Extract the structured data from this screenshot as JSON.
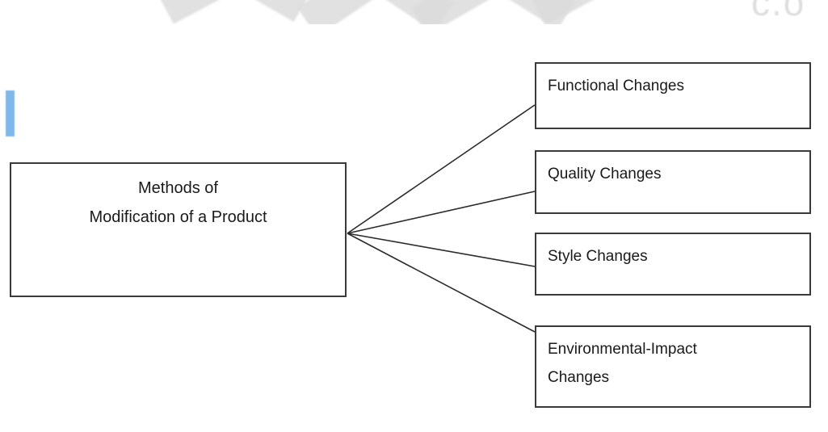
{
  "diagram": {
    "type": "hierarchy-fan",
    "root": {
      "line1": "Methods of",
      "line2": "Modification of a Product"
    },
    "leaves": [
      {
        "label": "Functional Changes",
        "label2": ""
      },
      {
        "label": "Quality Changes",
        "label2": ""
      },
      {
        "label": "Style Changes",
        "label2": ""
      },
      {
        "label": "Environmental-Impact",
        "label2": "Changes"
      }
    ],
    "colors": {
      "border": "#3a3a3a",
      "text": "#1a1a1a",
      "background": "#ffffff",
      "connector": "#2b2b2b",
      "caret": "#7fb8ea",
      "watermark": "#dcdcdc"
    }
  },
  "watermark": {
    "text": "c.o"
  }
}
